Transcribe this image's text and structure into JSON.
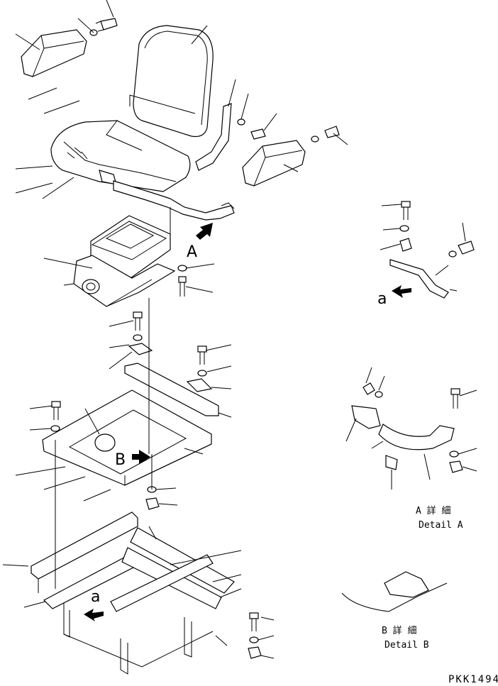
{
  "labels": {
    "view_a": "A",
    "view_b": "B",
    "arrow_a_top": "a",
    "arrow_a_bottom": "a",
    "detail_a_jp": "A 詳 細",
    "detail_a_en": "Detail A",
    "detail_b_jp": "B 詳 細",
    "detail_b_en": "Detail B",
    "drawing_code": "PKK1494"
  }
}
